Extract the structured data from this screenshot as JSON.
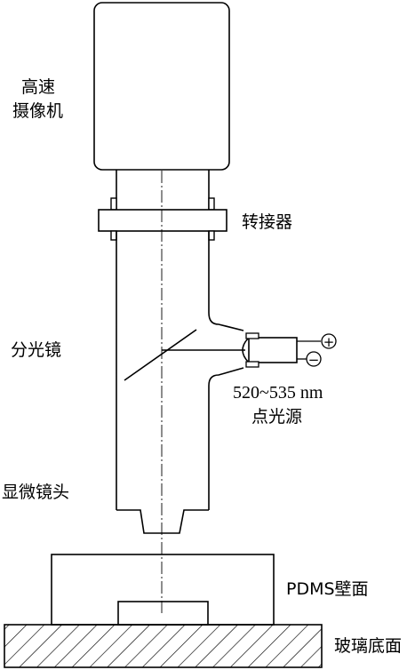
{
  "labels": {
    "camera_line1": "高速",
    "camera_line2": "摄像机",
    "adapter": "转接器",
    "beam_splitter": "分光镜",
    "wavelength": "520~535 nm",
    "point_source": "点光源",
    "objective": "显微镜头",
    "pdms_wall": "PDMS壁面",
    "glass_bottom": "玻璃底面",
    "plus": "+",
    "minus": "−"
  },
  "colors": {
    "stroke": "#000000",
    "background": "#ffffff"
  }
}
